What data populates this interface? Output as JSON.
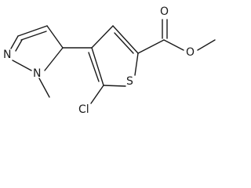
{
  "molecule": {
    "atoms": {
      "O_carbonyl": "O",
      "O_ester": "O",
      "S_ring": "S",
      "Cl": "Cl",
      "N_pyrazole_1": "N",
      "N_pyrazole_2": "N"
    }
  }
}
